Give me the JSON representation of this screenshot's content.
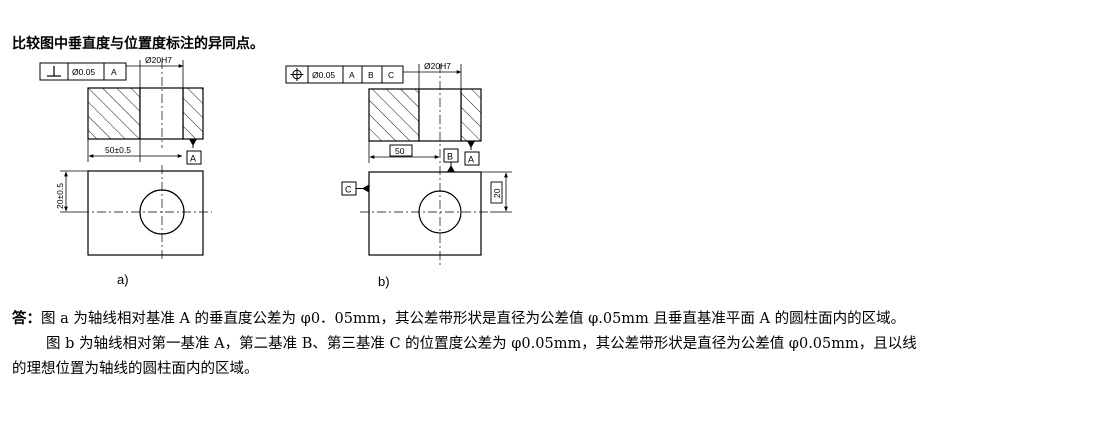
{
  "question": "比较图中垂直度与位置度标注的异同点。",
  "figure_a": {
    "caption": "a)",
    "frame_tolerance": "Ø0.05",
    "frame_datum": "A",
    "bore": "Ø20H7",
    "width_dim": "50±0.5",
    "height_dim": "20±0.5",
    "datum_label": "A",
    "frame_symbol": "perpendicularity-icon"
  },
  "figure_b": {
    "caption": "b)",
    "frame_tolerance": "Ø0.05",
    "frame_datums": [
      "A",
      "B",
      "C"
    ],
    "bore": "Ø20H7",
    "width_dim": "50",
    "height_dim": "20",
    "datum_labels": [
      "B",
      "A",
      "C"
    ],
    "frame_symbol": "position-icon"
  },
  "answer": {
    "label": "答：",
    "line1": "图 a 为轴线相对基准 A 的垂直度公差为 φ0．05mm，其公差带形状是直径为公差值 φ.05mm 且垂直基准平面 A 的圆柱面内的区域。",
    "line2": "图 b 为轴线相对第一基准 A，第二基准 B、第三基准 C 的位置度公差为 φ0.05mm，其公差带形状是直径为公差值 φ0.05mm，且以线",
    "line3": "的理想位置为轴线的圆柱面内的区域。"
  }
}
